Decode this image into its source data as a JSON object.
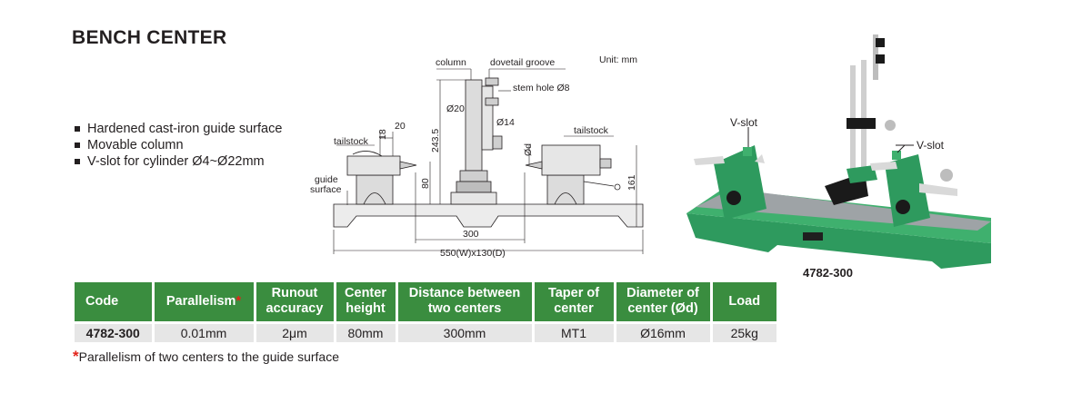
{
  "title": "BENCH CENTER",
  "features": [
    "Hardened cast-iron guide surface",
    "Movable column",
    "V-slot for cylinder Ø4~Ø22mm"
  ],
  "drawing": {
    "unit": "Unit: mm",
    "labels": {
      "column": "column",
      "dovetail": "dovetail groove",
      "stem_hole": "stem hole Ø8",
      "tailstock_left": "tailstock",
      "tailstock_right": "tailstock",
      "guide": "guide",
      "surface": "surface"
    },
    "dims": {
      "d20_top": "20",
      "d18": "18",
      "d243_5": "243.5",
      "d20_col": "Ø20",
      "d14": "Ø14",
      "dd": "Ød",
      "d80": "80",
      "d161": "161",
      "d300": "300",
      "d550": "550(W)x130(D)"
    }
  },
  "photo": {
    "vslot_left": "V-slot",
    "vslot_right": "V-slot",
    "model": "4782-300"
  },
  "table": {
    "headers": {
      "code": "Code",
      "parallelism": "Parallelism",
      "parallelism_star": "*",
      "runout_1": "Runout",
      "runout_2": "accuracy",
      "center_1": "Center",
      "center_2": "height",
      "distance_1": "Distance between",
      "distance_2": "two centers",
      "taper_1": "Taper of",
      "taper_2": "center",
      "diameter_1": "Diameter of",
      "diameter_2": "center (Ød)",
      "load": "Load"
    },
    "row": {
      "code": "4782-300",
      "parallelism": "0.01mm",
      "runout": "2μm",
      "center_height": "80mm",
      "distance": "300mm",
      "taper": "MT1",
      "diameter": "Ø16mm",
      "load": "25kg"
    }
  },
  "footnote": {
    "star": "*",
    "text": "Parallelism of two centers to the guide surface"
  },
  "colors": {
    "header_green": "#3a8d3f",
    "row_gray": "#e6e6e6",
    "accent_red": "#e2231a",
    "machine_green": "#2e9a5e"
  }
}
